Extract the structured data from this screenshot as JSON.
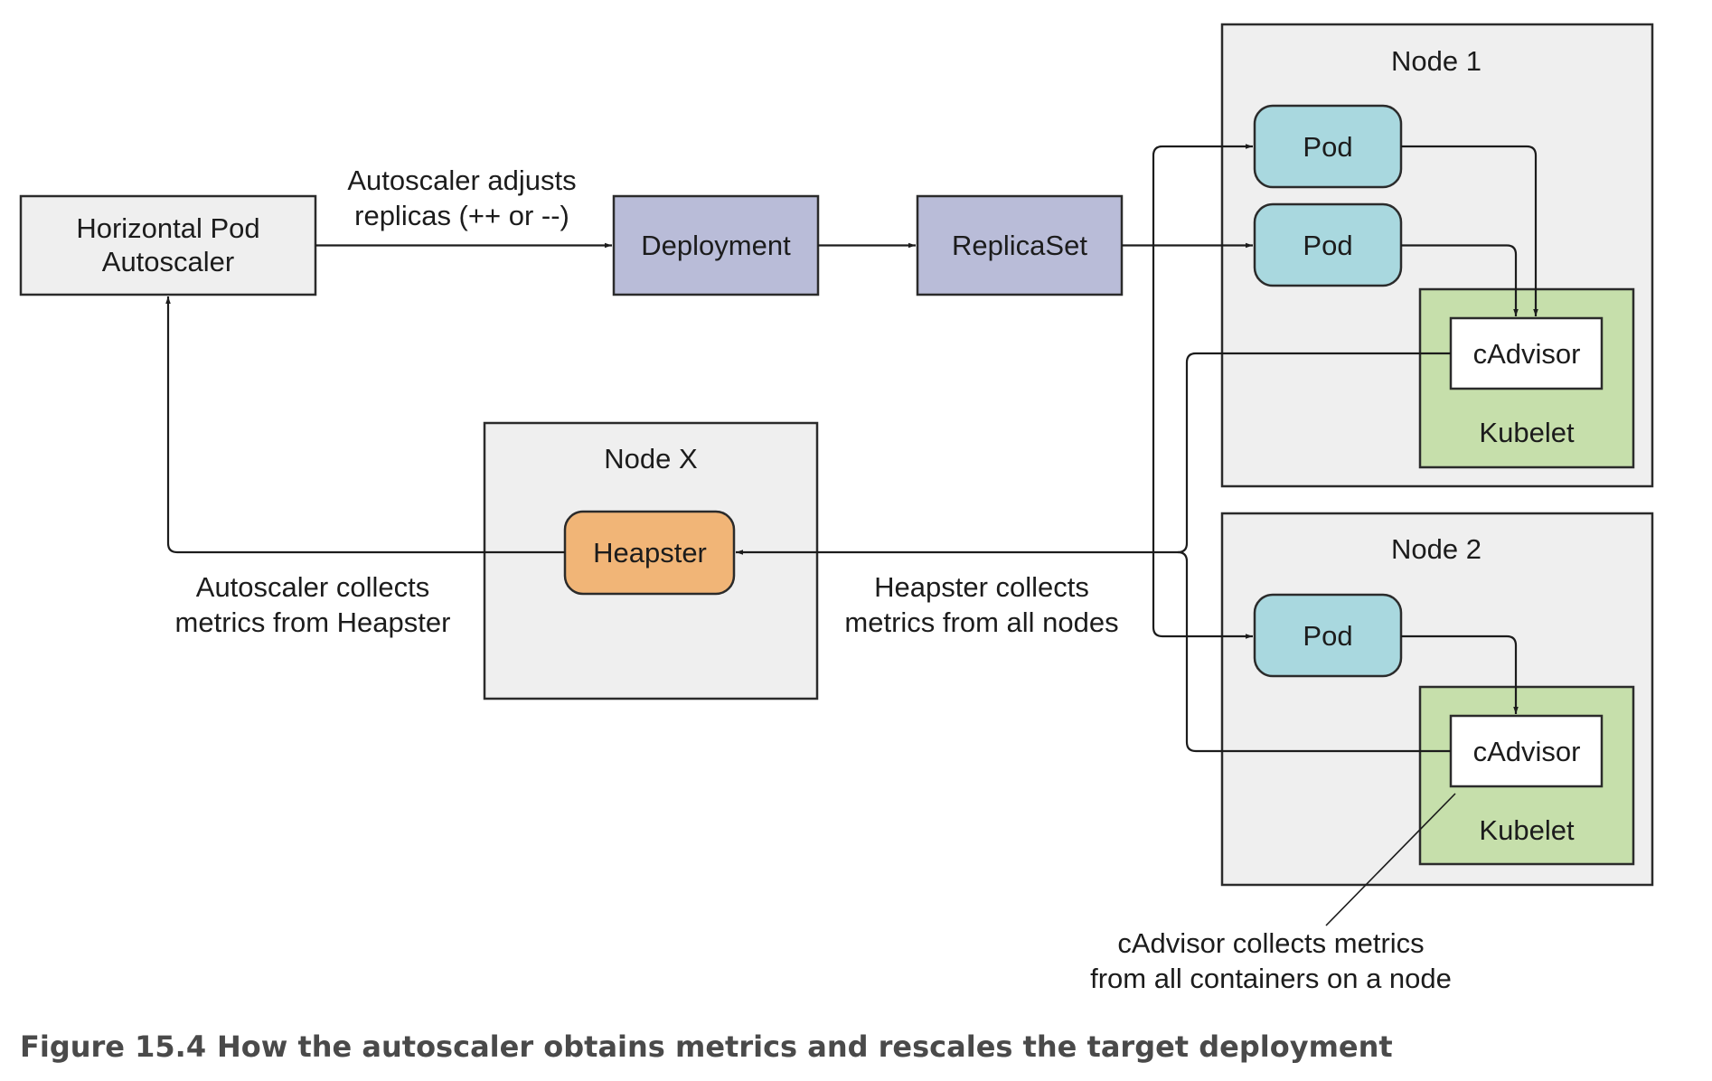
{
  "colors": {
    "node_bg": "#efefef",
    "hpa_bg": "#efefef",
    "deployment_bg": "#b9bcd8",
    "replicaset_bg": "#b9bcd8",
    "pod_bg": "#a9d8df",
    "kubelet_bg": "#c6dfab",
    "cadvisor_bg": "#ffffff",
    "heapster_bg": "#f1b577",
    "caption": "#4a4a4a"
  },
  "hpa": {
    "line1": "Horizontal Pod",
    "line2": "Autoscaler"
  },
  "deployment": {
    "label": "Deployment"
  },
  "replicaset": {
    "label": "ReplicaSet"
  },
  "node1": {
    "title": "Node 1",
    "pods": [
      "Pod",
      "Pod"
    ],
    "cadvisor": "cAdvisor",
    "kubelet": "Kubelet"
  },
  "node2": {
    "title": "Node 2",
    "pods": [
      "Pod"
    ],
    "cadvisor": "cAdvisor",
    "kubelet": "Kubelet"
  },
  "nodex": {
    "title": "Node X",
    "heapster": "Heapster"
  },
  "annotations": {
    "adjusts": [
      "Autoscaler adjusts",
      "replicas (++ or --)"
    ],
    "autoscaler_collects": [
      "Autoscaler collects",
      "metrics from Heapster"
    ],
    "heapster_collects": [
      "Heapster collects",
      "metrics from all nodes"
    ],
    "cadvisor_collects": [
      "cAdvisor collects metrics",
      "from all containers on a node"
    ]
  },
  "caption": {
    "figure": "Figure 15.4",
    "text": "How the autoscaler obtains metrics and rescales the target deployment"
  }
}
